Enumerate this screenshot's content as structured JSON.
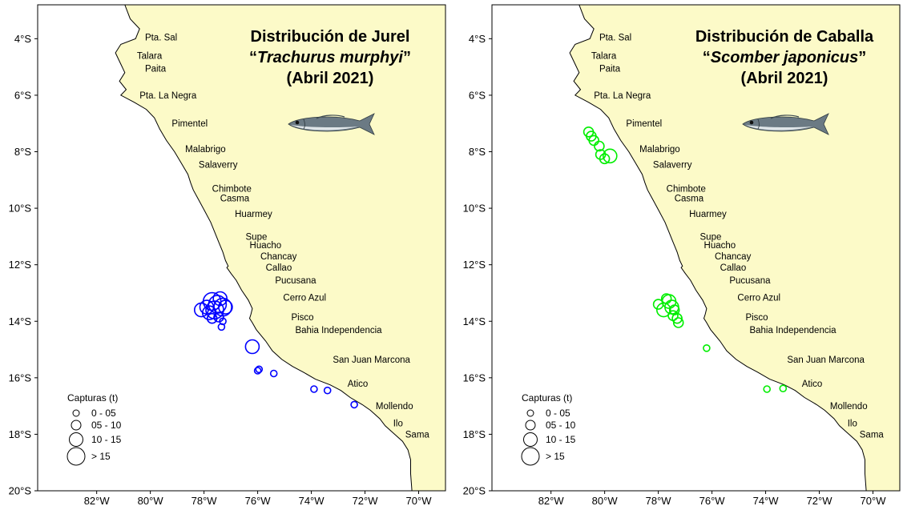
{
  "maps": [
    {
      "id": "jurel",
      "title_line1": "Distribución de Jurel",
      "species_open": "“",
      "species": "Trachurus murphyi",
      "species_close": "”",
      "date": "(Abril 2021)",
      "marker_color": "#0000ff",
      "fish": "jack-mackerel-icon",
      "catches": [
        {
          "lon": -77.9,
          "lat": -13.5,
          "size": 2
        },
        {
          "lon": -77.7,
          "lat": -13.3,
          "size": 3
        },
        {
          "lon": -77.5,
          "lat": -13.4,
          "size": 3
        },
        {
          "lon": -77.8,
          "lat": -13.7,
          "size": 2
        },
        {
          "lon": -77.6,
          "lat": -13.6,
          "size": 3
        },
        {
          "lon": -77.4,
          "lat": -13.2,
          "size": 2
        },
        {
          "lon": -77.3,
          "lat": -13.5,
          "size": 3
        },
        {
          "lon": -77.2,
          "lat": -13.5,
          "size": 2
        },
        {
          "lon": -78.1,
          "lat": -13.6,
          "size": 2
        },
        {
          "lon": -77.7,
          "lat": -13.9,
          "size": 1
        },
        {
          "lon": -77.45,
          "lat": -13.85,
          "size": 1
        },
        {
          "lon": -77.3,
          "lat": -14.0,
          "size": 0
        },
        {
          "lon": -77.35,
          "lat": -14.2,
          "size": 0
        },
        {
          "lon": -76.2,
          "lat": -14.9,
          "size": 2
        },
        {
          "lon": -75.95,
          "lat": -15.7,
          "size": 0
        },
        {
          "lon": -76.0,
          "lat": -15.75,
          "size": 0
        },
        {
          "lon": -75.4,
          "lat": -15.85,
          "size": 0
        },
        {
          "lon": -73.9,
          "lat": -16.4,
          "size": 0
        },
        {
          "lon": -73.4,
          "lat": -16.45,
          "size": 0
        },
        {
          "lon": -72.4,
          "lat": -16.95,
          "size": 0
        }
      ]
    },
    {
      "id": "caballa",
      "title_line1": "Distribución de Caballa",
      "species_open": "“",
      "species": "Scomber japonicus",
      "species_close": "”",
      "date": "(Abril 2021)",
      "marker_color": "#00ee00",
      "fish": "chub-mackerel-icon",
      "catches": [
        {
          "lon": -80.6,
          "lat": -7.3,
          "size": 1
        },
        {
          "lon": -80.5,
          "lat": -7.45,
          "size": 1
        },
        {
          "lon": -80.4,
          "lat": -7.6,
          "size": 1
        },
        {
          "lon": -80.2,
          "lat": -7.8,
          "size": 1
        },
        {
          "lon": -80.15,
          "lat": -8.1,
          "size": 1
        },
        {
          "lon": -80.0,
          "lat": -8.25,
          "size": 1
        },
        {
          "lon": -79.8,
          "lat": -8.15,
          "size": 2
        },
        {
          "lon": -78.0,
          "lat": -13.4,
          "size": 1
        },
        {
          "lon": -77.8,
          "lat": -13.6,
          "size": 2
        },
        {
          "lon": -77.6,
          "lat": -13.3,
          "size": 2
        },
        {
          "lon": -77.5,
          "lat": -13.5,
          "size": 2
        },
        {
          "lon": -77.7,
          "lat": -13.2,
          "size": 1
        },
        {
          "lon": -77.4,
          "lat": -13.6,
          "size": 1
        },
        {
          "lon": -77.3,
          "lat": -13.9,
          "size": 1
        },
        {
          "lon": -77.25,
          "lat": -14.05,
          "size": 1
        },
        {
          "lon": -77.45,
          "lat": -13.8,
          "size": 1
        },
        {
          "lon": -76.2,
          "lat": -14.95,
          "size": 0
        },
        {
          "lon": -73.95,
          "lat": -16.4,
          "size": 0
        },
        {
          "lon": -73.35,
          "lat": -16.38,
          "size": 0
        }
      ]
    }
  ],
  "axes": {
    "lat_ticks": [
      "4°S",
      "6°S",
      "8°S",
      "10°S",
      "12°S",
      "14°S",
      "16°S",
      "18°S",
      "20°S"
    ],
    "lat_values": [
      -4,
      -6,
      -8,
      -10,
      -12,
      -14,
      -16,
      -18,
      -20
    ],
    "lon_ticks": [
      "82°W",
      "80°W",
      "78°W",
      "76°W",
      "74°W",
      "72°W",
      "70°W"
    ],
    "lon_values": [
      -82,
      -80,
      -78,
      -76,
      -74,
      -72,
      -70
    ]
  },
  "places": [
    {
      "name": "Pta. Sal",
      "lon": -80.2,
      "lat": -3.95
    },
    {
      "name": "Talara",
      "lon": -80.5,
      "lat": -4.6
    },
    {
      "name": "Paita",
      "lon": -80.2,
      "lat": -5.05
    },
    {
      "name": "Pta. La Negra",
      "lon": -80.4,
      "lat": -6.0
    },
    {
      "name": "Pimentel",
      "lon": -79.2,
      "lat": -7.0
    },
    {
      "name": "Malabrigo",
      "lon": -78.7,
      "lat": -7.9
    },
    {
      "name": "Salaverry",
      "lon": -78.2,
      "lat": -8.45
    },
    {
      "name": "Chimbote",
      "lon": -77.7,
      "lat": -9.3
    },
    {
      "name": "Casma",
      "lon": -77.4,
      "lat": -9.65
    },
    {
      "name": "Huarmey",
      "lon": -76.85,
      "lat": -10.2
    },
    {
      "name": "Supe",
      "lon": -76.45,
      "lat": -11.0
    },
    {
      "name": "Huacho",
      "lon": -76.3,
      "lat": -11.3
    },
    {
      "name": "Chancay",
      "lon": -75.9,
      "lat": -11.7
    },
    {
      "name": "Callao",
      "lon": -75.7,
      "lat": -12.1
    },
    {
      "name": "Pucusana",
      "lon": -75.35,
      "lat": -12.55
    },
    {
      "name": "Cerro Azul",
      "lon": -75.05,
      "lat": -13.15
    },
    {
      "name": "Pisco",
      "lon": -74.75,
      "lat": -13.85
    },
    {
      "name": "Bahia Independencia",
      "lon": -74.6,
      "lat": -14.3
    },
    {
      "name": "San Juan Marcona",
      "lon": -73.2,
      "lat": -15.35
    },
    {
      "name": "Atico",
      "lon": -72.65,
      "lat": -16.2
    },
    {
      "name": "Mollendo",
      "lon": -71.6,
      "lat": -17.0
    },
    {
      "name": "Ilo",
      "lon": -70.95,
      "lat": -17.6
    },
    {
      "name": "Sama",
      "lon": -70.5,
      "lat": -18.0
    }
  ],
  "legend": {
    "title": "Capturas (t)",
    "items": [
      "0 - 05",
      "05 - 10",
      "10 - 15",
      "> 15"
    ]
  },
  "colors": {
    "land": "#fcfac8",
    "sea": "#ffffff",
    "coast": "#000000"
  }
}
